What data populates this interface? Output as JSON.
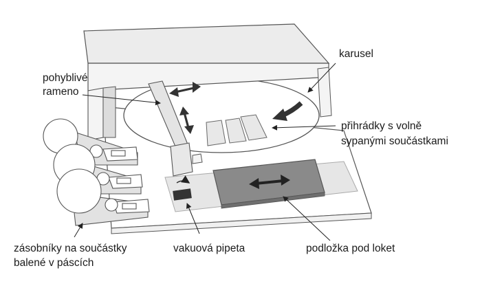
{
  "labels": {
    "karusel": "karusel",
    "arm_line1": "pohyblivé",
    "arm_line2": "rameno",
    "compartments_line1": "přihrádky s volně",
    "compartments_line2": "sypanými součástkami",
    "feeders_line1": "zásobníky na součástky",
    "feeders_line2": "balené v páscích",
    "pipette": "vakuová pipeta",
    "pad": "podložka pod loket"
  },
  "colors": {
    "outline": "#555555",
    "light_gray": "#e6e6e6",
    "mid_gray": "#d9d9d9",
    "dark_pad": "#8a8a8a",
    "arrow": "#3a3a3a"
  }
}
